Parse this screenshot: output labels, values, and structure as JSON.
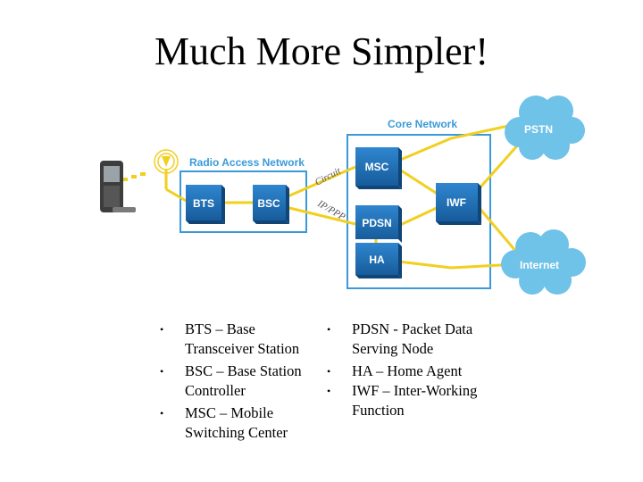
{
  "slide": {
    "title": "Much More Simpler!"
  },
  "diagram": {
    "core_network_label": "Core Network",
    "ran_label": "Radio Access Network",
    "nodes": {
      "bts": "BTS",
      "bsc": "BSC",
      "msc": "MSC",
      "pdsn": "PDSN",
      "ha": "HA",
      "iwf": "IWF"
    },
    "clouds": {
      "pstn": "PSTN",
      "internet": "Internet"
    },
    "link_labels": {
      "circuit": "Circuit",
      "ip_ppp": "IP/PPP"
    },
    "colors": {
      "accent_blue": "#3a9ad9",
      "node_blue": "#1f6fb5",
      "link_yellow": "#f2cf1f",
      "cloud_blue": "#6fc2e8"
    }
  },
  "bullets": {
    "left": [
      {
        "text": "BTS – Base Transceiver Station"
      },
      {
        "text": "BSC – Base Station Controller"
      },
      {
        "text": "MSC – Mobile Switching Center"
      }
    ],
    "right": [
      {
        "text": "PDSN - Packet Data Serving Node"
      },
      {
        "text": "HA – Home Agent"
      },
      {
        "text": "IWF – Inter-Working Function"
      }
    ]
  }
}
